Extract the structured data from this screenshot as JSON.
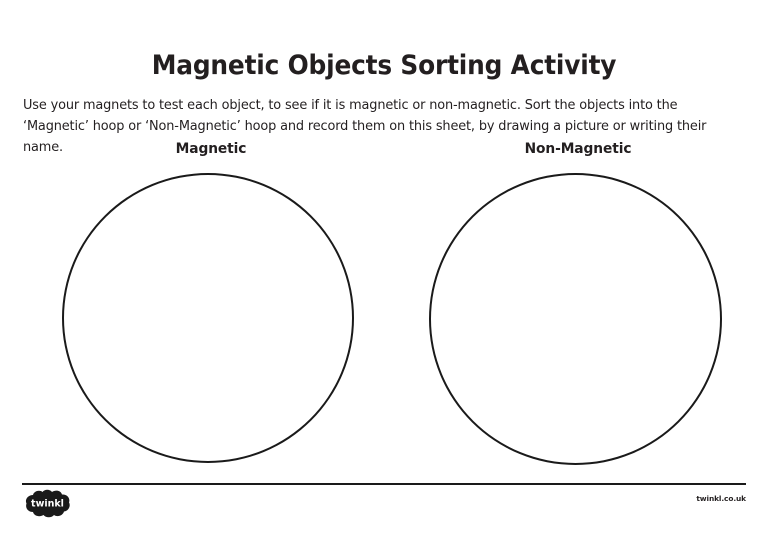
{
  "document": {
    "title": "Magnetic Objects Sorting Activity",
    "instructions": "Use your magnets to test each object, to see if it is magnetic or non-magnetic. Sort the objects into the ‘Magnetic’ hoop or ‘Non-Magnetic’ hoop and record them on this sheet, by drawing a picture or writing their name.",
    "background_color": "#ffffff",
    "text_color": "#231f20"
  },
  "hoops": [
    {
      "label": "Magnetic",
      "shape": "circle",
      "stroke_color": "#1a1a1a"
    },
    {
      "label": "Non-Magnetic",
      "shape": "circle",
      "stroke_color": "#1a1a1a"
    }
  ],
  "footer": {
    "logo_text": "twinkl",
    "logo_shape": "cloud-blob",
    "logo_color": "#1a1a1a",
    "url": "twinkl.co.uk",
    "rule_color": "#1a1a1a"
  }
}
